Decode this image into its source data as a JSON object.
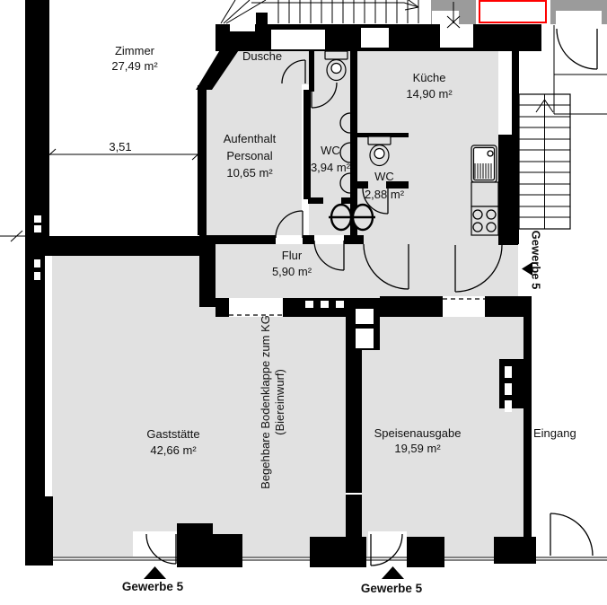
{
  "rooms": [
    {
      "name": "Zimmer",
      "area": "27,49 m²"
    },
    {
      "name": "Dusche",
      "area": ""
    },
    {
      "name": "Küche",
      "area": "14,90 m²"
    },
    {
      "name": "Aufenthalt Personal",
      "area": "10,65 m²"
    },
    {
      "name": "WC",
      "area": "3,94 m²"
    },
    {
      "name": "WC",
      "area": "2,88 m²"
    },
    {
      "name": "Flur",
      "area": "5,90 m²"
    },
    {
      "name": "Gaststätte",
      "area": "42,66 m²"
    },
    {
      "name": "Speisenausgabe",
      "area": "19,59 m²"
    }
  ],
  "annotations": {
    "entrance": "Eingang",
    "unit_marker_right": "Gewerbe 5",
    "unit_marker_bottom_left": "Gewerbe 5",
    "unit_marker_bottom_right": "Gewerbe 5",
    "floor_hatch_line1": "Begehbare Bodenklappe zum KG",
    "floor_hatch_line2": "(Biereinwurf)",
    "dimension_width": "3,51"
  },
  "colors": {
    "wall": "#000000",
    "room_fill": "#e1e1e1",
    "adjacent_fill": "#9b9b9b",
    "highlight_outline": "#ff0000",
    "background": "#ffffff"
  }
}
